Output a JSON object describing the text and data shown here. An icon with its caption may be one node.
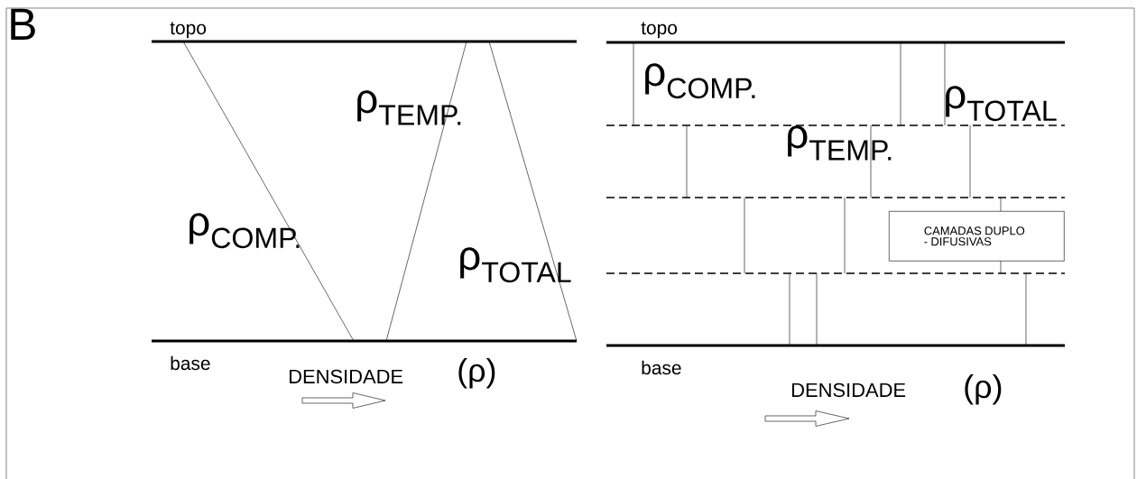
{
  "diagram": {
    "nodes": [
      {
        "text": [
          "CAMADAS DUPLO - DIFUSIVAS"
        ]
      }
    ],
    "labels": [
      "B",
      "topo",
      "ρ$_{TEMP.}$",
      "ρ$_{COMP.}$",
      "ρ$_{TOTAL}$",
      "base",
      "DENSIDADE",
      "(ρ)",
      "topo",
      "ρ$_{COMP.}$",
      "ρ$_{TOTAL}$",
      "ρ$_{TEMP.}$",
      "base",
      "DENSIDADE",
      "(ρ)"
    ]
  }
}
